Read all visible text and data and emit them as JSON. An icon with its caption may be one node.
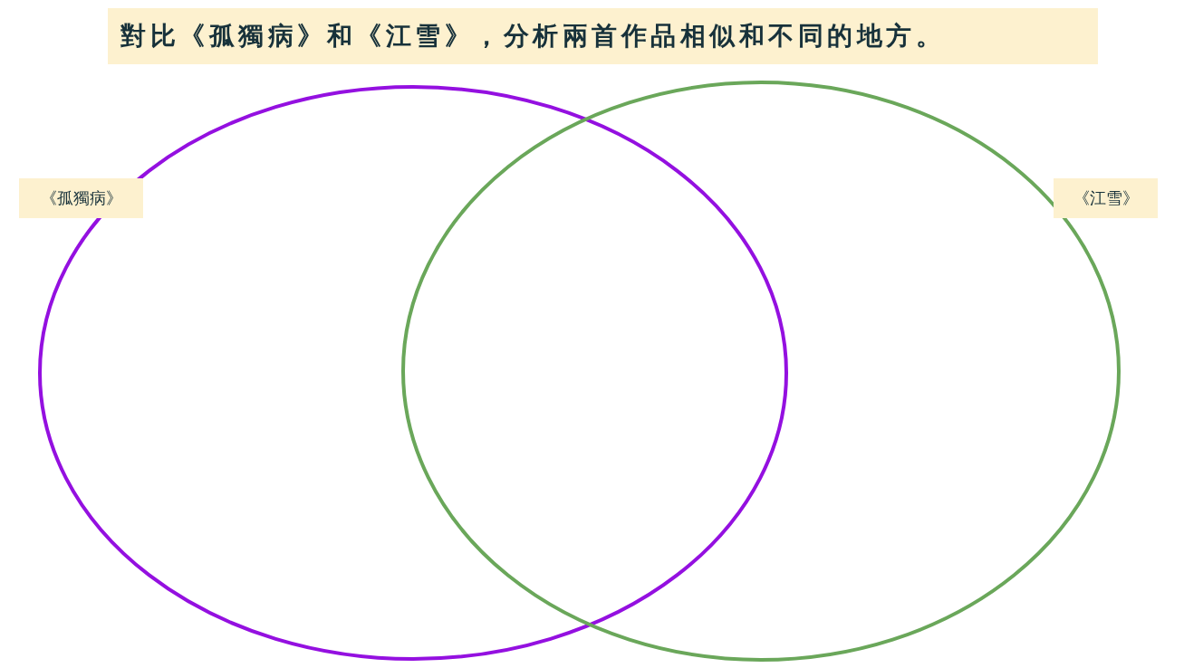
{
  "diagram": {
    "title": "對比《孤獨病》和《江雪》，分析兩首作品相似和不同的地方。",
    "nodes": [
      {
        "text": [
          "《孤獨病》"
        ]
      },
      {
        "text": [
          "《江雪》"
        ]
      },
      {
        "text": [],
        "shape": "ellipse"
      },
      {
        "text": [],
        "shape": "ellipse"
      }
    ],
    "edges": []
  }
}
